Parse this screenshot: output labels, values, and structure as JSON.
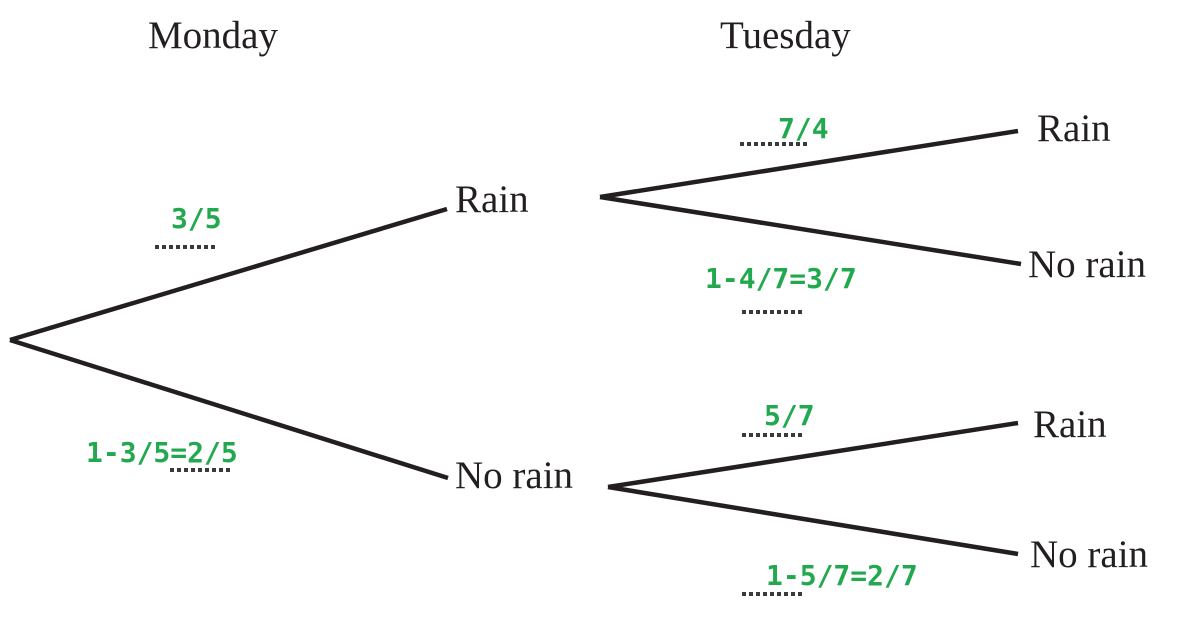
{
  "headers": {
    "left": "Monday",
    "right": "Tuesday"
  },
  "colors": {
    "ink": "#231f20",
    "probability_green": "#22a94f",
    "dotted_line": "#3a3a3a",
    "background": "#ffffff"
  },
  "tree": {
    "monday": {
      "rain": {
        "label": "Rain",
        "probability": "3/5"
      },
      "no_rain": {
        "label": "No rain",
        "probability": "1-3/5=2/5"
      }
    },
    "tuesday_after_rain": {
      "rain": {
        "label": "Rain",
        "probability": "7/4"
      },
      "no_rain": {
        "label": "No rain",
        "probability": "1-4/7=3/7"
      }
    },
    "tuesday_after_no_rain": {
      "rain": {
        "label": "Rain",
        "probability": "5/7"
      },
      "no_rain": {
        "label": "No rain",
        "probability": "1-5/7=2/7"
      }
    }
  }
}
